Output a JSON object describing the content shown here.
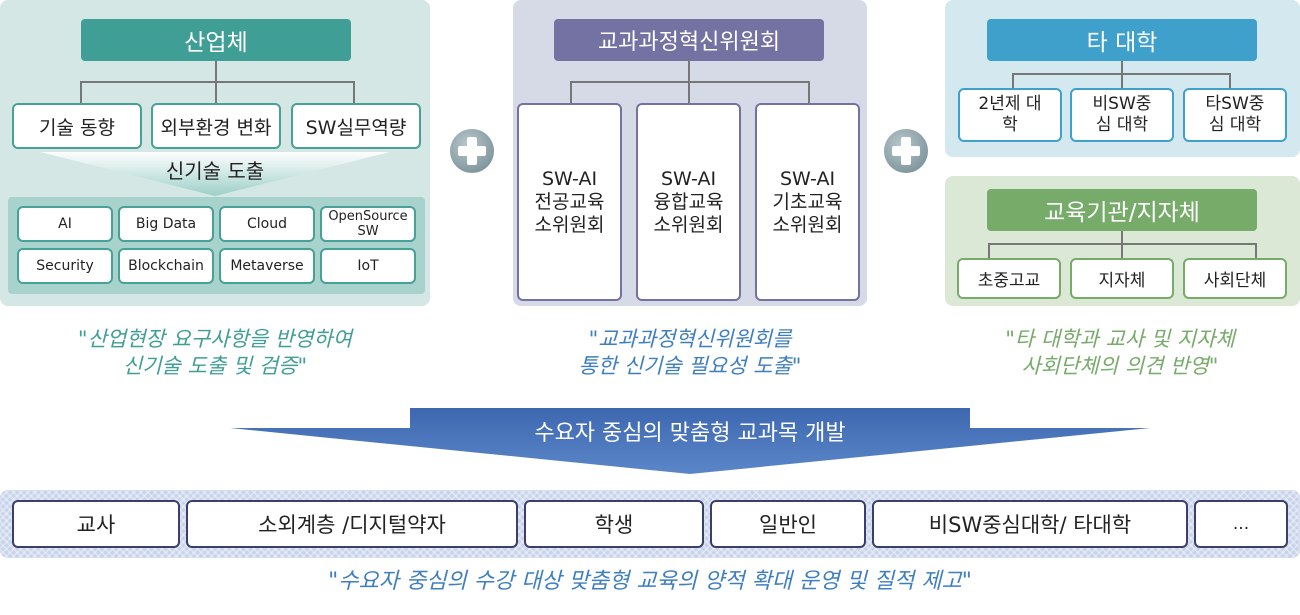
{
  "industry": {
    "title": "산업체",
    "trends": [
      "기술 동향",
      "외부환경 변화",
      "SW실무역량"
    ],
    "derive_label": "신기술 도출",
    "techs": [
      "AI",
      "Big Data",
      "Cloud",
      "OpenSource SW",
      "Security",
      "Blockchain",
      "Metaverse",
      "IoT"
    ],
    "quote_line1": "\"산업현장 요구사항을 반영하여",
    "quote_line2": "신기술 도출 및 검증\""
  },
  "committee": {
    "title": "교과과정혁신위원회",
    "subs": [
      "SW-AI 전공교육 소위원회",
      "SW-AI 융합교육 소위원회",
      "SW-AI 기초교육 소위원회"
    ],
    "quote_line1": "\"교과과정혁신위원회를",
    "quote_line2": "통한 신기술 필요성 도출\""
  },
  "other_univ": {
    "title": "타 대학",
    "items": [
      "2년제 대학",
      "비SW중심 대학",
      "타SW중심 대학"
    ]
  },
  "edu": {
    "title": "교육기관/지자체",
    "items": [
      "초중고교",
      "지자체",
      "사회단체"
    ],
    "quote_line1": "\"타 대학과 교사 및 지자체",
    "quote_line2": "사회단체의 의견 반영\""
  },
  "arrow_label": "수요자 중심의 맞춤형 교과목 개발",
  "audiences": [
    "교사",
    "소외계층 /디지털약자",
    "학생",
    "일반인",
    "비SW중심대학/ 타대학",
    "..."
  ],
  "bottom_quote": "\"수요자 중심의 수강 대상 맞춤형 교육의 양적 확대 운영 및 질적 제고\"",
  "colors": {
    "industry": "#3f9e96",
    "committee": "#7471a3",
    "other_univ": "#3fa1cb",
    "edu": "#76ab6a",
    "arrow": "#4a74b8"
  }
}
